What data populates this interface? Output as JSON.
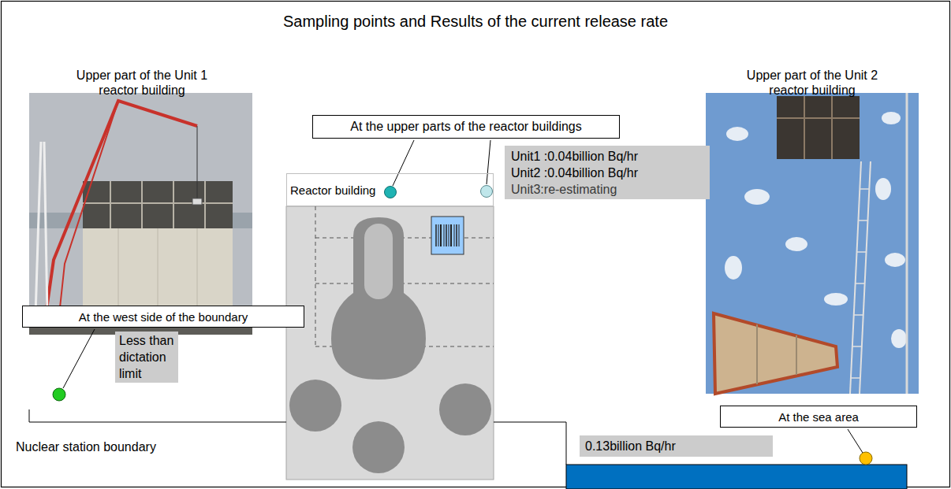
{
  "diagram": {
    "title": "Sampling points and Results of the current release rate",
    "nodes": [
      {
        "text": [
          "At the upper parts of the reactor buildings"
        ]
      },
      {
        "text": [
          "Unit1 :0.04billion Bq/hr",
          "Unit2 :0.04billion Bq/hr",
          "Unit3:re-estimating"
        ]
      },
      {
        "text": [
          "Reactor building"
        ]
      },
      {
        "text": [
          "At the west side of the boundary"
        ]
      },
      {
        "text": [
          "Less than dictation limit"
        ]
      },
      {
        "text": [
          "At the sea area"
        ]
      },
      {
        "text": [
          "0.13billion Bq/hr"
        ]
      }
    ],
    "labels": [
      "Upper part of the Unit 1 reactor building",
      "Upper part of the Unit 2 reactor building",
      "Nuclear station boundary"
    ]
  }
}
